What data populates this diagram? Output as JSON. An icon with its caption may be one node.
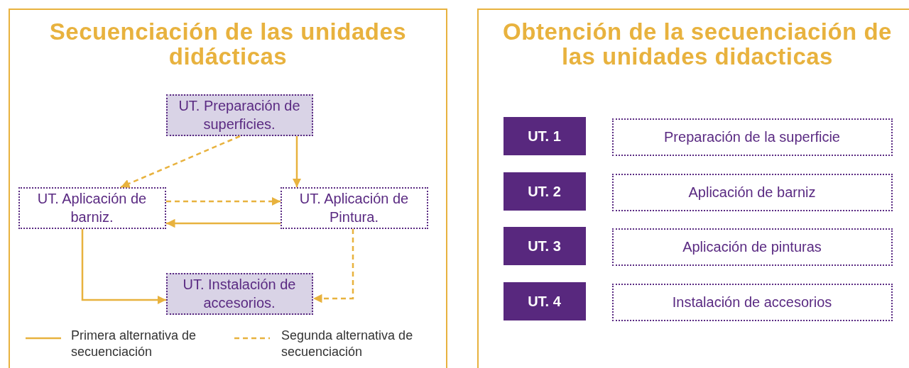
{
  "diagram": {
    "nodes": [
      {
        "text": [
          "Secuenciación de las unidades didácticas"
        ]
      },
      {
        "text": [
          "UT. Preparación de superficies."
        ],
        "in": 0
      },
      {
        "text": [
          "UT. Aplicación de barniz."
        ],
        "in": 0
      },
      {
        "text": [
          "UT. Aplicación de Pintura."
        ],
        "in": 0
      },
      {
        "text": [
          "UT. Instalación de accesorios."
        ],
        "in": 0
      },
      {
        "text": [
          "Obtención de la secuenciación de las unidades didacticas"
        ]
      },
      {
        "text": [
          "UT. 1"
        ],
        "in": 5
      },
      {
        "text": [
          "Preparación de la superficie"
        ],
        "in": 5
      },
      {
        "text": [
          "UT. 2"
        ],
        "in": 5
      },
      {
        "text": [
          "Aplicación de barniz"
        ],
        "in": 5
      },
      {
        "text": [
          "UT. 3"
        ],
        "in": 5
      },
      {
        "text": [
          "Aplicación de pinturas"
        ],
        "in": 5
      },
      {
        "text": [
          "UT. 4"
        ],
        "in": 5
      },
      {
        "text": [
          "Instalación de accesorios"
        ],
        "in": 5
      }
    ],
    "edges": [
      {
        "from": 1,
        "to": 2,
        "arrow": "to",
        "style": "dashed"
      },
      {
        "from": 1,
        "to": 3,
        "arrow": "to"
      },
      {
        "from": 2,
        "to": 3,
        "arrow": "to",
        "style": "dashed"
      },
      {
        "from": 3,
        "to": 2,
        "arrow": "to"
      },
      {
        "from": 2,
        "to": 4,
        "arrow": "to"
      },
      {
        "from": 3,
        "to": 4,
        "arrow": "to",
        "style": "dashed"
      }
    ],
    "legend": [
      {
        "text": "Primera alternativa de secuenciación"
      },
      {
        "text": "Segunda alternativa de secuenciación"
      }
    ]
  }
}
